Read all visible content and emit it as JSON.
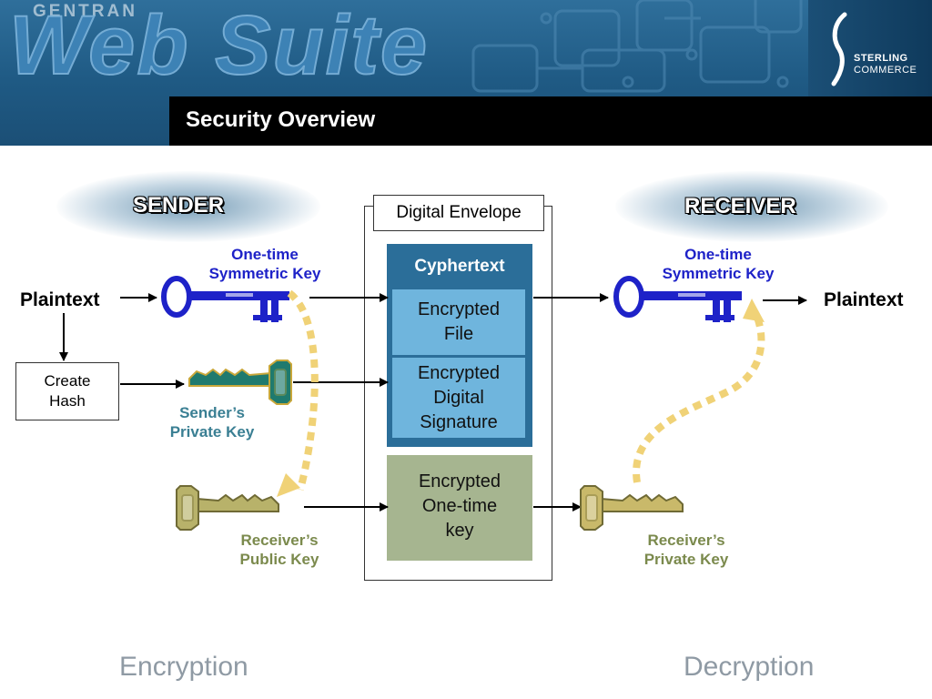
{
  "banner": {
    "brand_small": "GENTRAN",
    "brand_large": "Web Suite",
    "logo_line1": "STERLING",
    "logo_line2": "COMMERCE",
    "title": "Security Overview"
  },
  "sender": {
    "header": "SENDER",
    "input": "Plaintext",
    "symmetric_key_label": [
      "One-time",
      "Symmetric Key"
    ],
    "hash_box": [
      "Create",
      "Hash"
    ],
    "private_key_label": [
      "Sender’s",
      "Private Key"
    ],
    "public_key_label": [
      "Receiver’s",
      "Public Key"
    ],
    "footer": "Encryption"
  },
  "receiver": {
    "header": "RECEIVER",
    "output": "Plaintext",
    "symmetric_key_label": [
      "One-time",
      "Symmetric Key"
    ],
    "private_key_label": [
      "Receiver’s",
      "Private Key"
    ],
    "footer": "Decryption"
  },
  "envelope": {
    "label": "Digital Envelope",
    "cyphertext_title": "Cyphertext",
    "encrypted_file": [
      "Encrypted",
      "File"
    ],
    "encrypted_signature": [
      "Encrypted",
      "Digital",
      "Signature"
    ],
    "encrypted_key": [
      "Encrypted",
      "One-time",
      "key"
    ]
  },
  "colors": {
    "banner_blue": "#1f5a84",
    "title_bar": "#000000",
    "key_blue": "#1e22c8",
    "key_teal": "#1f7a6e",
    "key_olive": "#b8b26a",
    "cyphertext_dark": "#2b6e99",
    "cyphertext_light": "#6fb5dd",
    "encrypted_key_fill": "#a6b590",
    "dotted_arrow": "#f0d277",
    "footer_text": "#8f9aa4"
  },
  "icons": [
    "sterling-commerce-logo-icon",
    "key-icon",
    "arrow-icon",
    "dotted-arrow-icon"
  ]
}
